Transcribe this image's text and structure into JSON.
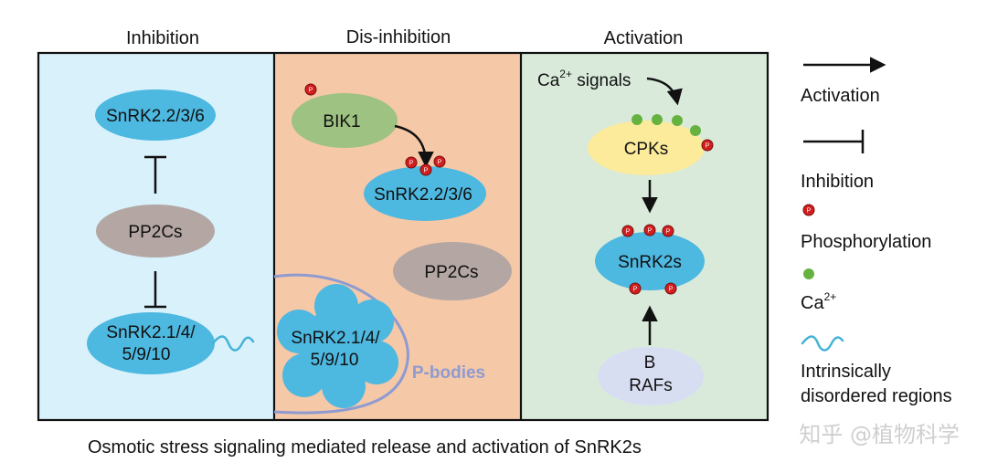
{
  "panels": {
    "inhibition": {
      "title": "Inhibition",
      "snrk_top": "SnRK2.2/3/6",
      "pp2c": "PP2Cs",
      "snrk_bottom_line1": "SnRK2.1/4/",
      "snrk_bottom_line2": "5/9/10"
    },
    "disinhibition": {
      "title": "Dis-inhibition",
      "bik1": "BIK1",
      "snrk": "SnRK2.2/3/6",
      "pp2c": "PP2Cs",
      "snrk_p_line1": "SnRK2.1/4/",
      "snrk_p_line2": "5/9/10",
      "pbodies": "P-bodies"
    },
    "activation": {
      "title": "Activation",
      "ca_prefix": "Ca",
      "ca_sup": "2+",
      "ca_suffix": " signals",
      "cpks": "CPKs",
      "snrk2s": "SnRK2s",
      "braf_line1": "B",
      "braf_line2": "RAFs"
    }
  },
  "legend": {
    "activation": "Activation",
    "inhibition": "Inhibition",
    "phosphorylation": "Phosphorylation",
    "ca_base": "Ca",
    "ca_sup": "2+",
    "idr_line1": "Intrinsically",
    "idr_line2": "disordered regions"
  },
  "phospho_glyph": "P",
  "caption": "Osmotic stress signaling mediated release and activation of SnRK2s",
  "watermark": "知乎 @植物科学",
  "colors": {
    "inhibition_bg": "#d8f1fb",
    "disinhibition_bg": "#f5c8a8",
    "activation_bg": "#d9eadb",
    "snrk_blue": "#4db8e0",
    "pp2c_gray": "#b3a6a3",
    "bik1_green": "#9ec282",
    "cpk_yellow": "#fbeb9a",
    "braf_lavender": "#d8def2",
    "phospho_red": "#d11f1f",
    "ca_green": "#66b240",
    "pbody_outline": "#8e9bd0"
  }
}
